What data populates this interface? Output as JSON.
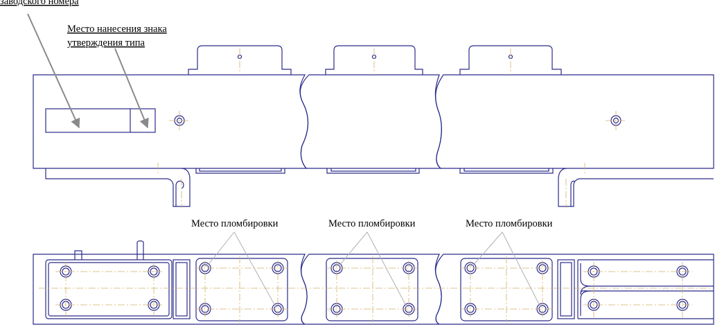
{
  "labels": {
    "serial_number_place": "заводского номера",
    "type_approval_line1": "Место нанесения знака",
    "type_approval_line2": "утверждения типа",
    "seal_place_1": "Место пломбировки",
    "seal_place_2": "Место пломбировки",
    "seal_place_3": "Место пломбировки"
  },
  "colors": {
    "outline": "#2a2a8a",
    "centerline": "#d4b06a",
    "leader": "#8a8a8a",
    "break_line": "#9a9ab8"
  }
}
